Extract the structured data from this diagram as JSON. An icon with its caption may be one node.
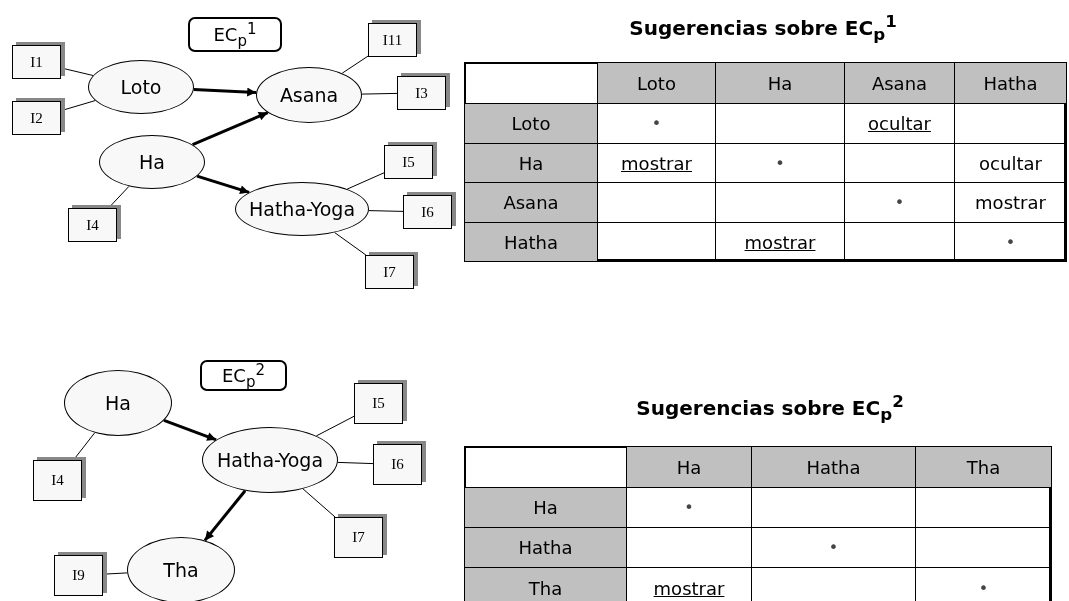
{
  "diagram": {
    "nodes": [
      {
        "text": [
          "EC$_{p}$$^{1}$"
        ]
      },
      {
        "text": [
          "I1"
        ]
      },
      {
        "text": [
          "Loto"
        ]
      },
      {
        "text": [
          "I11"
        ]
      },
      {
        "text": [
          "Asana"
        ]
      },
      {
        "text": [
          "I3"
        ]
      },
      {
        "text": [
          "I2"
        ]
      },
      {
        "text": [
          "Ha"
        ]
      },
      {
        "text": [
          "I5"
        ]
      },
      {
        "text": [
          "Hatha-Yoga"
        ]
      },
      {
        "text": [
          "I6"
        ]
      },
      {
        "text": [
          "I4"
        ]
      },
      {
        "text": [
          "I7"
        ]
      },
      {
        "text": [
          "EC$_{p}$$^{2}$"
        ]
      },
      {
        "text": [
          "Ha"
        ]
      },
      {
        "text": [
          "I5"
        ]
      },
      {
        "text": [
          "Hatha-Yoga"
        ]
      },
      {
        "text": [
          "I6"
        ]
      },
      {
        "text": [
          "I4"
        ]
      },
      {
        "text": [
          "I7"
        ]
      },
      {
        "text": [
          "I9"
        ]
      },
      {
        "text": [
          "Tha"
        ]
      }
    ],
    "edges": [
      {
        "from": 1,
        "to": 2,
        "arrow": "none"
      },
      {
        "from": 6,
        "to": 2,
        "arrow": "none"
      },
      {
        "from": 2,
        "to": 4,
        "arrow": "to",
        "style": "thick"
      },
      {
        "from": 3,
        "to": 4,
        "arrow": "none"
      },
      {
        "from": 5,
        "to": 4,
        "arrow": "none"
      },
      {
        "from": 7,
        "to": 4,
        "arrow": "to",
        "style": "thick"
      },
      {
        "from": 7,
        "to": 9,
        "arrow": "to",
        "style": "thick"
      },
      {
        "from": 11,
        "to": 7,
        "arrow": "none"
      },
      {
        "from": 8,
        "to": 9,
        "arrow": "none"
      },
      {
        "from": 10,
        "to": 9,
        "arrow": "none"
      },
      {
        "from": 12,
        "to": 9,
        "arrow": "none"
      },
      {
        "from": 14,
        "to": 16,
        "arrow": "to",
        "style": "thick"
      },
      {
        "from": 18,
        "to": 14,
        "arrow": "none"
      },
      {
        "from": 15,
        "to": 16,
        "arrow": "none"
      },
      {
        "from": 17,
        "to": 16,
        "arrow": "none"
      },
      {
        "from": 19,
        "to": 16,
        "arrow": "none"
      },
      {
        "from": 16,
        "to": 21,
        "arrow": "to",
        "style": "thick"
      },
      {
        "from": 20,
        "to": 21,
        "arrow": "none"
      }
    ],
    "labels": [
      "Sugerencias sobre EC$_{p}$$^{1}$",
      "Loto",
      "Ha",
      "Asana",
      "Hatha",
      "Loto",
      "•",
      "ocultar",
      "Ha",
      "mostrar",
      "•",
      "ocultar",
      "Asana",
      "•",
      "mostrar",
      "Hatha",
      "mostrar",
      "•",
      "Sugerencias sobre EC$_{p}$$^{2}$",
      "Ha",
      "Hatha",
      "Tha",
      "Ha",
      "•",
      "Hatha",
      "•",
      "Tha",
      "mostrar",
      "•"
    ]
  }
}
